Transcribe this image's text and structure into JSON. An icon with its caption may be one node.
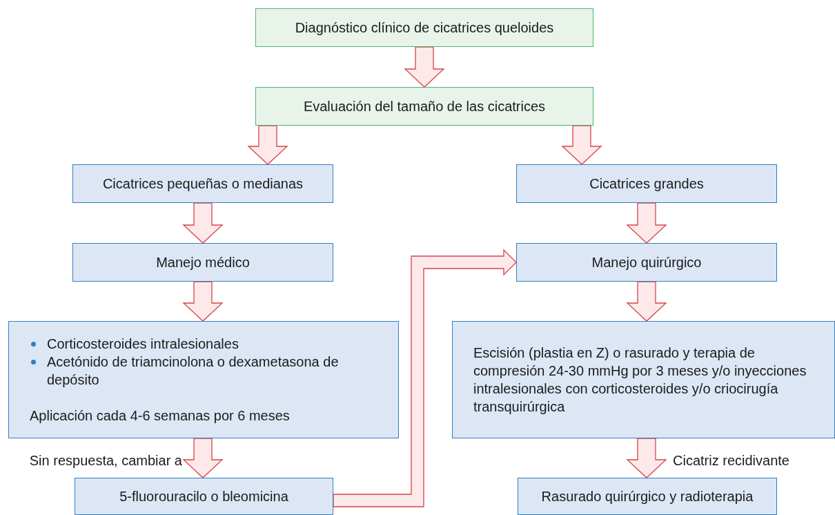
{
  "diagram": {
    "nodes": [
      {
        "text": [
          "Diagnóstico clínico de cicatrices queloides"
        ]
      },
      {
        "text": [
          "Evaluación del tamaño de las cicatrices"
        ]
      },
      {
        "text": [
          "Cicatrices pequeñas o medianas"
        ]
      },
      {
        "text": [
          "Cicatrices grandes"
        ]
      },
      {
        "text": [
          "Manejo médico"
        ]
      },
      {
        "text": [
          "Corticosteroides intralesionales",
          "Acetónido de triamcinolona o dexametasona de depósito",
          "Aplicación cada 4-6 semanas por 6 meses"
        ]
      },
      {
        "text": [
          "Manejo quirúrgico"
        ]
      },
      {
        "text": [
          "Escisión (plastia en Z) o rasurado y terapia de compresión 24-30 mmHg por 3 meses y/o inyecciones intralesionales con corticosteroides y/o criocirugía transquirúrgica"
        ]
      },
      {
        "text": [
          "5-fluorouracilo o bleomicina"
        ]
      },
      {
        "text": [
          "Rasurado quirúrgico y radioterapia"
        ]
      }
    ],
    "edges": [
      {
        "from": 0,
        "to": 1,
        "arrow": "to"
      },
      {
        "from": 1,
        "to": 2,
        "arrow": "to"
      },
      {
        "from": 1,
        "to": 3,
        "arrow": "to"
      },
      {
        "from": 2,
        "to": 4,
        "arrow": "to"
      },
      {
        "from": 4,
        "to": 5,
        "arrow": "to"
      },
      {
        "from": 5,
        "to": 8,
        "arrow": "to",
        "label": "Sin respuesta, cambiar a"
      },
      {
        "from": 3,
        "to": 6,
        "arrow": "to"
      },
      {
        "from": 8,
        "to": 6,
        "arrow": "to"
      },
      {
        "from": 6,
        "to": 7,
        "arrow": "to"
      },
      {
        "from": 7,
        "to": 9,
        "arrow": "to",
        "label": "Cicatriz recidivante"
      }
    ]
  }
}
